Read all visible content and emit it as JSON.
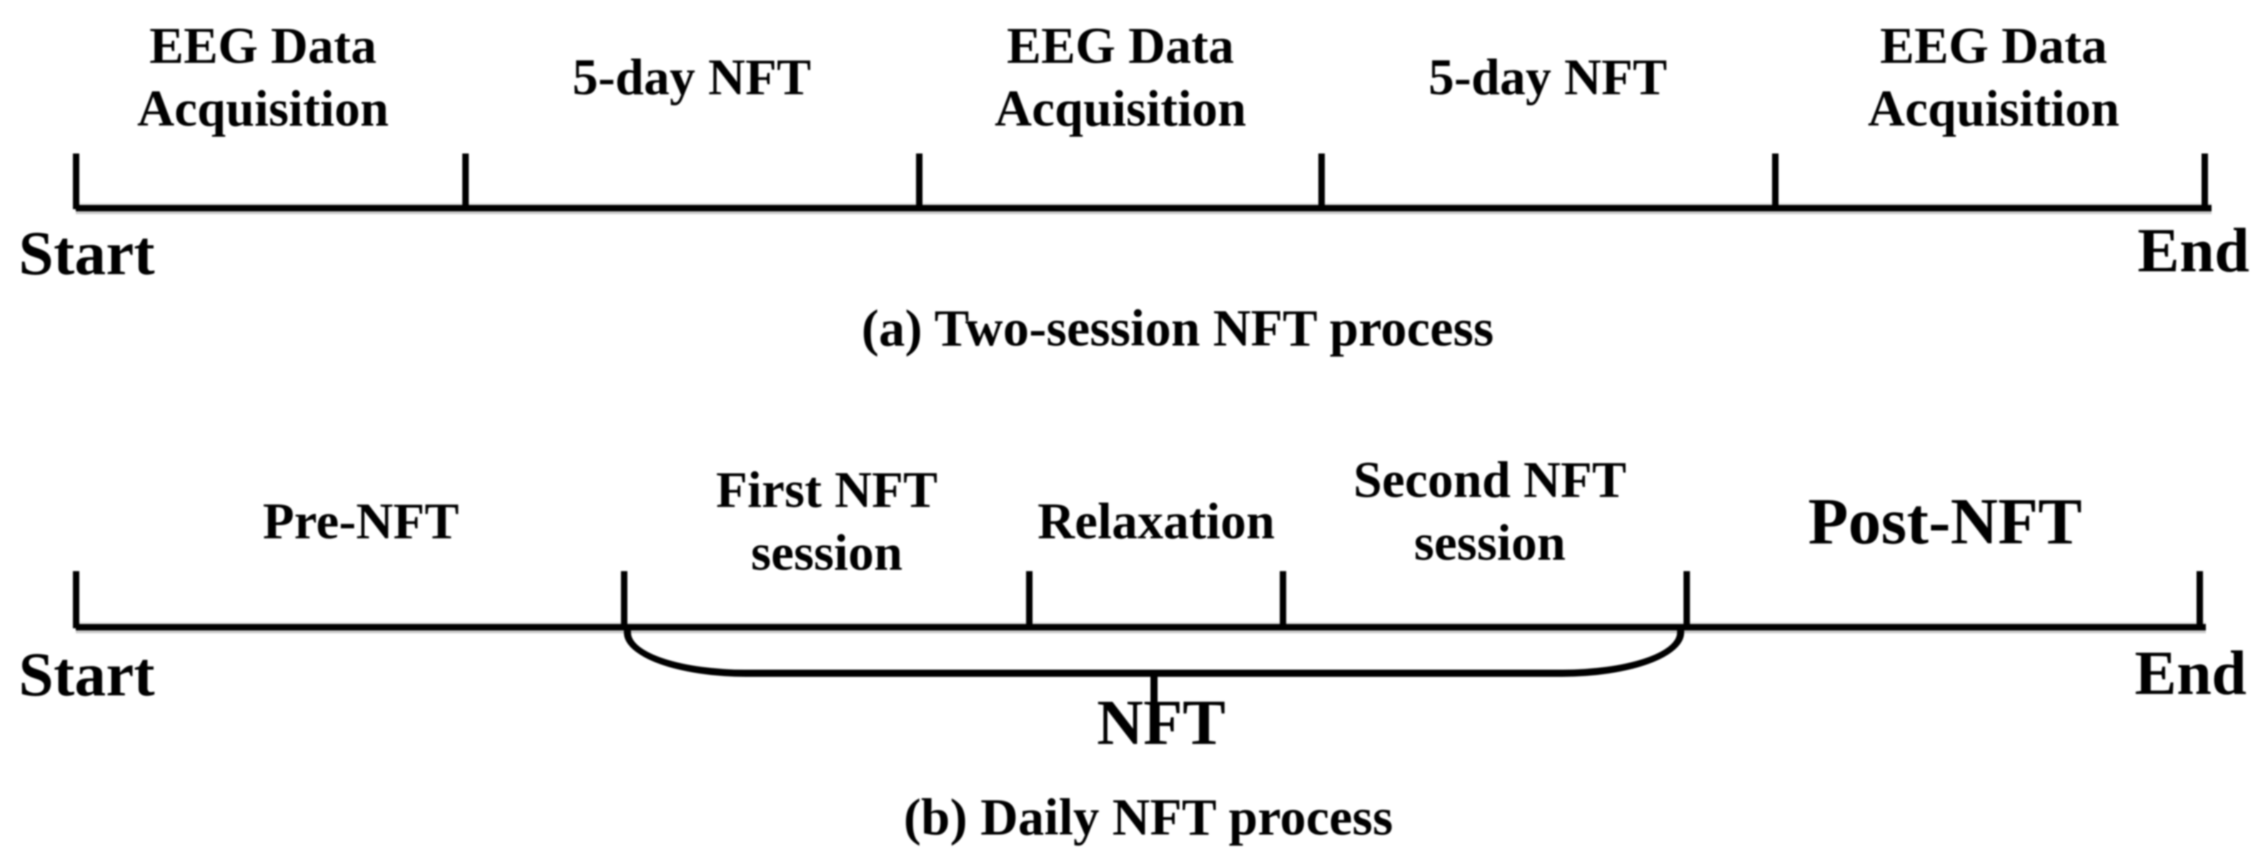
{
  "colors": {
    "background": "#ffffff",
    "ink": "#000000"
  },
  "panel_a": {
    "caption": "(a) Two-session NFT process",
    "start_label": "Start",
    "end_label": "End",
    "segment_labels": [
      "EEG Data\nAcquisition",
      "5-day NFT",
      "EEG Data\nAcquisition",
      "5-day NFT",
      "EEG Data\nAcquisition"
    ]
  },
  "panel_b": {
    "caption": "(b) Daily NFT process",
    "start_label": "Start",
    "end_label": "End",
    "segment_labels": [
      "Pre-NFT",
      "First NFT\nsession",
      "Relaxation",
      "Second NFT\nsession",
      "Post-NFT"
    ],
    "brace_label": "NFT"
  }
}
